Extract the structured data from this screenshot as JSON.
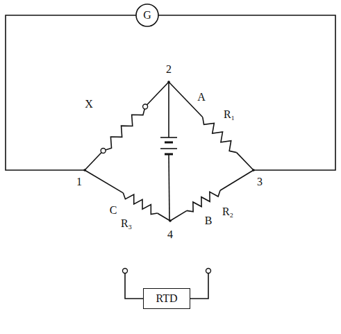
{
  "diagram": {
    "nodes": [
      {
        "text": [
          "G"
        ]
      },
      {
        "text": [
          "RTD"
        ]
      }
    ],
    "labels": [
      "2",
      "X",
      "A",
      "R₁",
      "1",
      "3",
      "C",
      "R₃",
      "B",
      "R₂",
      "4"
    ]
  }
}
